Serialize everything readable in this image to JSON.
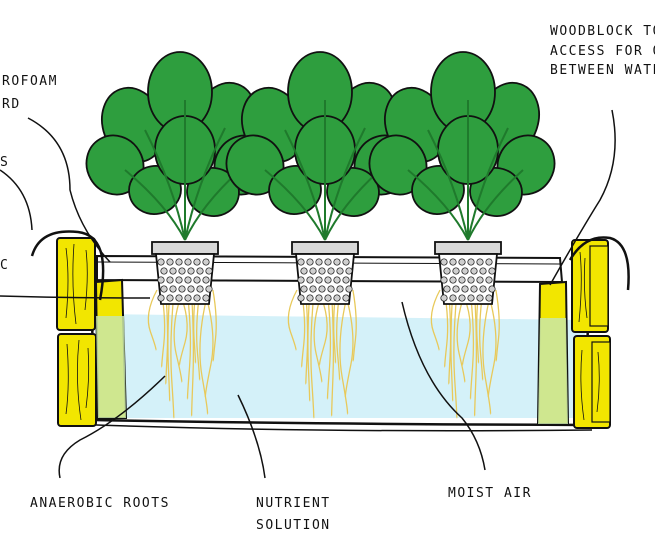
{
  "labels": {
    "styrofoam_line1": "ROFOAM",
    "styrofoam_line2": "RD",
    "left_s": "S",
    "left_c": "C",
    "woodblock_line1": "WOODBLOCK TO E",
    "woodblock_line2": "ACCESS FOR O",
    "woodblock_line3": "BETWEEN WATE",
    "anaerobic_roots": "ANAEROBIC ROOTS",
    "nutrient_line1": "NUTRIENT",
    "nutrient_line2": "SOLUTION",
    "moist_air": "MOIST AIR"
  },
  "colors": {
    "water": "#d4f1f9",
    "leaf": "#2e9e3e",
    "leaf_dark": "#1f7a2c",
    "wood": "#f2e600",
    "wood_block": "#c9e6a8",
    "root": "#e8c95a",
    "pot": "#d9d9d9",
    "ink": "#111111"
  },
  "plants": [
    "plant-1",
    "plant-2",
    "plant-3"
  ]
}
